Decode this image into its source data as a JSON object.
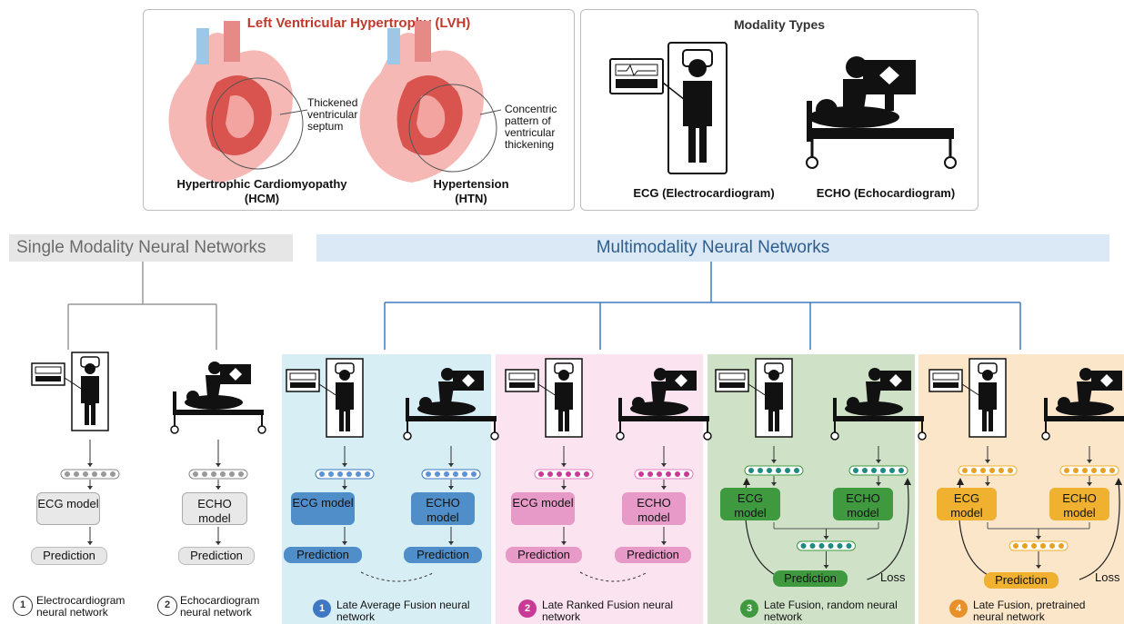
{
  "lvh": {
    "title": "Left Ventricular Hypertrophy (LVH)",
    "hcm_note": "Thickened ventricular septum",
    "htn_note": "Concentric pattern of ventricular thickening",
    "hcm_name": "Hypertrophic Cardiomyopathy",
    "hcm_abbr": "(HCM)",
    "htn_name": "Hypertension",
    "htn_abbr": "(HTN)"
  },
  "modality": {
    "title": "Modality Types",
    "ecg": "ECG (Electrocardiogram)",
    "echo": "ECHO (Echocardiogram)"
  },
  "single": {
    "title": "Single Modality Neural Networks",
    "ecg_model": "ECG model",
    "echo_model": "ECHO model",
    "prediction": "Prediction",
    "net1_num": "1",
    "net1_label": "Electrocardiogram neural network",
    "net2_num": "2",
    "net2_label": "Echocardiogram neural network"
  },
  "multi": {
    "title": "Multimodality Neural Networks",
    "panels": [
      {
        "num": "1",
        "label": "Late Average Fusion neural network",
        "ecg_model": "ECG model",
        "echo_model": "ECHO model",
        "prediction": "Prediction",
        "colors": {
          "bg": "#d7eef5",
          "model": "#4f8ec8",
          "dot": "#3f78c2"
        }
      },
      {
        "num": "2",
        "label": "Late Ranked Fusion neural network",
        "ecg_model": "ECG model",
        "echo_model": "ECHO model",
        "prediction": "Prediction",
        "colors": {
          "bg": "#fbe3f0",
          "model": "#e79ac7",
          "dot": "#c83a96"
        }
      },
      {
        "num": "3",
        "label": "Late Fusion, random neural network",
        "ecg_model": "ECG model",
        "echo_model": "ECHO model",
        "prediction": "Prediction",
        "loss": "Loss",
        "colors": {
          "bg": "#cfe2c8",
          "model": "#3f9a3f",
          "dot": "#1d8a84"
        }
      },
      {
        "num": "4",
        "label": "Late Fusion, pretrained neural network",
        "ecg_model": "ECG model",
        "echo_model": "ECHO model",
        "prediction": "Prediction",
        "loss": "Loss",
        "colors": {
          "bg": "#fbe6c9",
          "model": "#f0b030",
          "dot": "#e8a020"
        }
      }
    ]
  },
  "icons": [
    "ecg-patient-icon",
    "echo-patient-icon",
    "heart-hcm-icon",
    "heart-htn-icon"
  ]
}
